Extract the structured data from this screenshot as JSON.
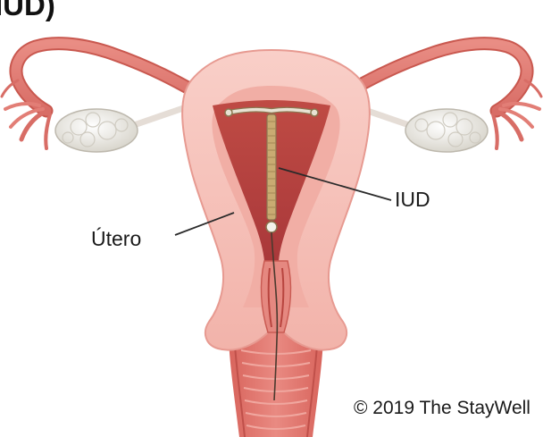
{
  "header": {
    "title": "IUD)"
  },
  "labels": {
    "iud": "IUD",
    "utero": "Útero"
  },
  "credit": "© 2019 The StayWell",
  "colors": {
    "tissue_light": "#f7c4bd",
    "tissue_mid": "#eda59c",
    "tissue_dark": "#c9584f",
    "cavity": "#b6443e",
    "ovary": "#ecebe6",
    "device": "#c9ab72",
    "leader_line": "#2a2a2a"
  }
}
